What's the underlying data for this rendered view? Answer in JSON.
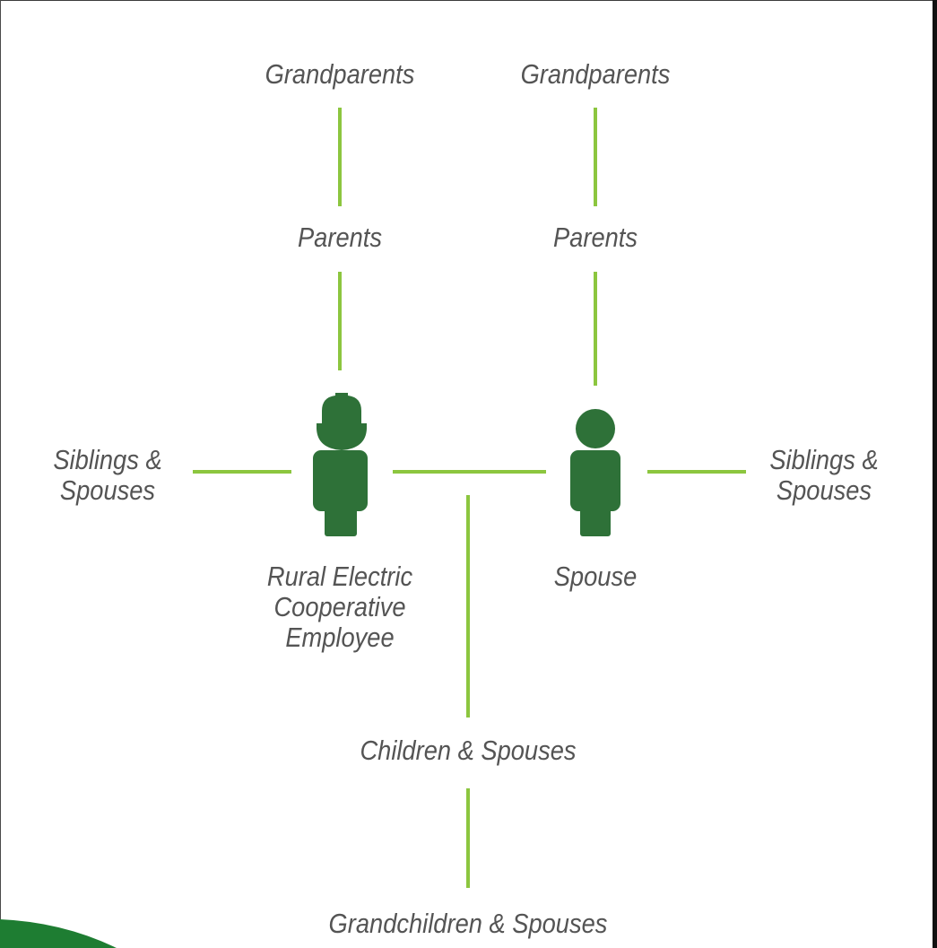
{
  "diagram": {
    "labels": {
      "grandparents_left": "Grandparents",
      "grandparents_right": "Grandparents",
      "parents_left": "Parents",
      "parents_right": "Parents",
      "siblings_left": "Siblings &\nSpouses",
      "siblings_right": "Siblings &\nSpouses",
      "employee": "Rural Electric\nCooperative\nEmployee",
      "spouse": "Spouse",
      "children": "Children & Spouses",
      "grandchildren": "Grandchildren & Spouses"
    },
    "icons": {
      "employee": "hard-hat-person-icon",
      "spouse": "person-icon"
    },
    "colors": {
      "line": "#8cc63f",
      "figure": "#2e7138",
      "text": "#545454",
      "corner_accent": "#1e7d32"
    }
  }
}
